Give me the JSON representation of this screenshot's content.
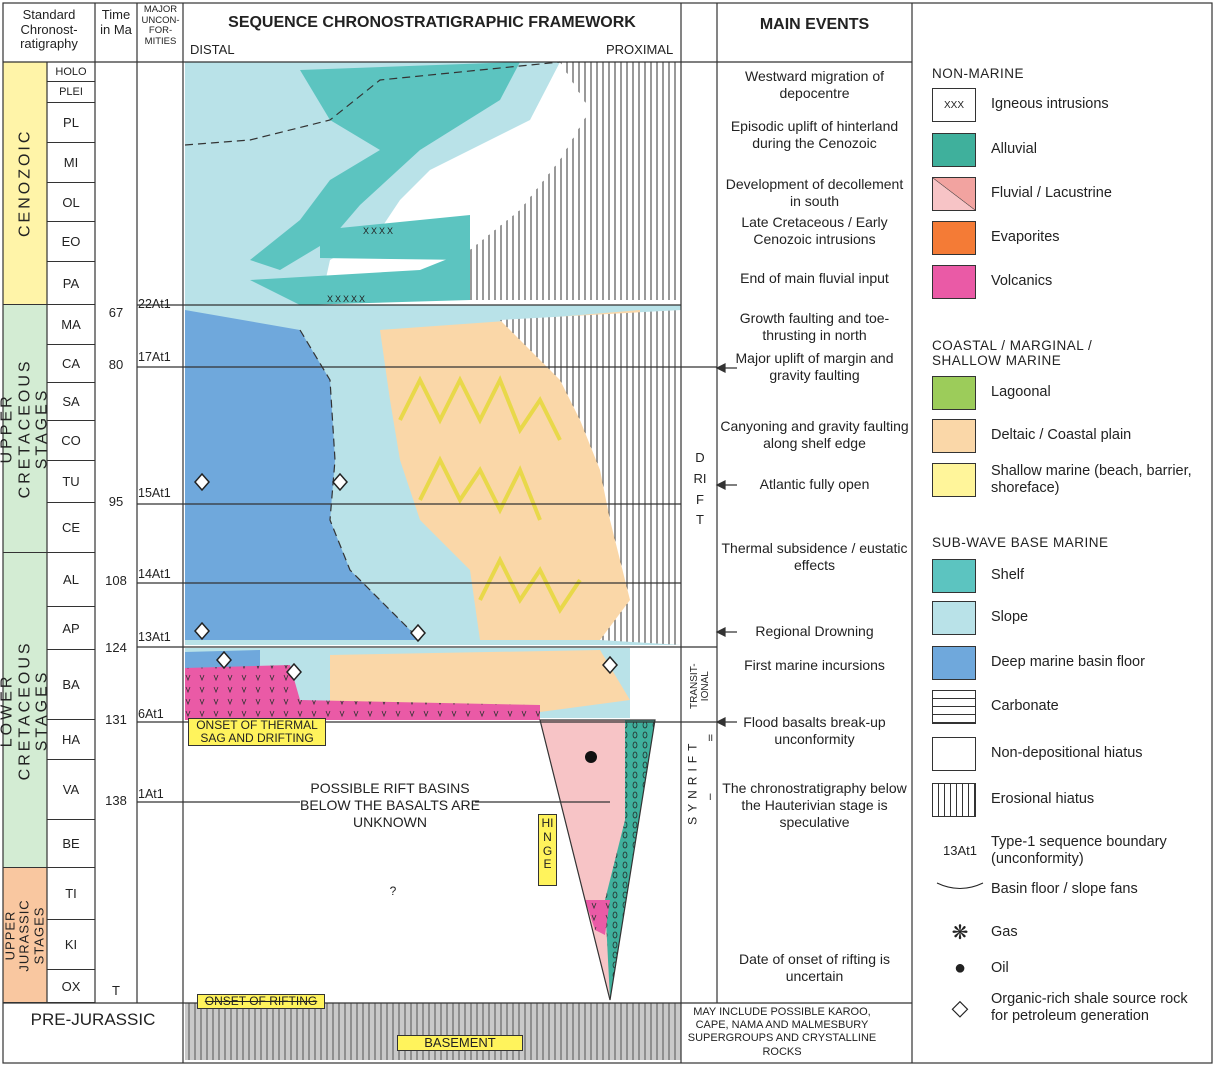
{
  "header": {
    "std": "Standard Chronost-ratigraphy",
    "time": "Time in Ma",
    "unconf": "MAJOR UNCON-FOR-MITIES",
    "framework": "SEQUENCE CHRONOSTRATIGRAPHIC FRAMEWORK",
    "distal": "DISTAL",
    "proximal": "PROXIMAL",
    "events": "MAIN EVENTS"
  },
  "eras": [
    "CENOZOIC",
    "UPPER CRETACEOUS STAGES",
    "LOWER CRETACEOUS STAGES",
    "UPPER JURASSIC STAGES"
  ],
  "pre_jurassic": "PRE-JURASSIC",
  "stages": [
    "HOLO",
    "PLEI",
    "PL",
    "MI",
    "OL",
    "EO",
    "PA",
    "MA",
    "CA",
    "SA",
    "CO",
    "TU",
    "CE",
    "AL",
    "AP",
    "BA",
    "HA",
    "VA",
    "BE",
    "TI",
    "KI",
    "OX"
  ],
  "times": [
    "67",
    "80",
    "95",
    "108",
    "124",
    "131",
    "138",
    "T"
  ],
  "unconformities": [
    "22At1",
    "17At1",
    "15At1",
    "14At1",
    "13At1",
    "6At1",
    "1At1"
  ],
  "framework": {
    "onset_sag": "ONSET OF THERMAL SAG AND DRIFTING",
    "rift_basins": "POSSIBLE RIFT BASINS BELOW THE BASALTS ARE UNKNOWN",
    "question": "?",
    "hinge": "HINGE",
    "onset_rifting": "ONSET OF RIFTING",
    "basement": "BASEMENT",
    "intrusion_marks": "XXXX",
    "intrusion_marks2": "XXXXX"
  },
  "phases": {
    "drift": "DRIFT",
    "transitional": "TRANSIT-IONAL",
    "synrift": "SYNRIFT",
    "synrift_2": "II",
    "synrift_1": "I"
  },
  "events": [
    "Westward migration of depocentre",
    "Episodic uplift of hinterland during the Cenozoic",
    "Development of decollement in south",
    "Late Cretaceous / Early Cenozoic intrusions",
    "End of main fluvial input",
    "Growth faulting and toe-thrusting in north",
    "Major uplift of margin and gravity faulting",
    "Canyoning and gravity faulting along shelf edge",
    "Atlantic fully open",
    "Thermal subsidence / eustatic effects",
    "Regional Drowning",
    "First marine incursions",
    "Flood basalts break-up unconformity",
    "The chronostratigraphy below the Hauterivian stage is speculative",
    "Date of onset of rifting is uncertain",
    "MAY INCLUDE POSSIBLE KAROO, CAPE, NAMA AND MALMESBURY SUPERGROUPS AND CRYSTALLINE ROCKS"
  ],
  "legend": {
    "non_marine": "NON-MARINE",
    "coastal": "COASTAL / MARGINAL / SHALLOW MARINE",
    "subwave": "SUB-WAVE BASE MARINE",
    "items": {
      "igneous": "Igneous intrusions",
      "igneous_mark": "XXX",
      "alluvial": "Alluvial",
      "fluvial": "Fluvial / Lacustrine",
      "evaporites": "Evaporites",
      "volcanics": "Volcanics",
      "lagoonal": "Lagoonal",
      "deltaic": "Deltaic / Coastal plain",
      "shallow": "Shallow marine (beach, barrier, shoreface)",
      "shelf": "Shelf",
      "slope": "Slope",
      "deep": "Deep marine basin floor",
      "carbonate": "Carbonate",
      "nondep": "Non-depositional hiatus",
      "erosional": "Erosional hiatus",
      "seq_code": "13At1",
      "seq": "Type-1 sequence boundary (unconformity)",
      "fans": "Basin floor / slope fans",
      "gas": "Gas",
      "oil": "Oil",
      "shale": "Organic-rich shale source rock for petroleum generation"
    }
  },
  "colors": {
    "cenozoic": "#fff4a8",
    "cretaceous": "#d3ecd3",
    "jurassic": "#f9c7a0",
    "shelf": "#5cc4c0",
    "slope": "#b9e2e8",
    "deep": "#6fa8dc",
    "deltaic": "#fad7a8",
    "shallow": "#fff59a",
    "volcanic": "#ea5aa6",
    "fluvial": "#f7c4c6",
    "alluvial": "#3fb09c",
    "evaporite": "#f47b36",
    "lagoonal": "#9ccc5a"
  }
}
